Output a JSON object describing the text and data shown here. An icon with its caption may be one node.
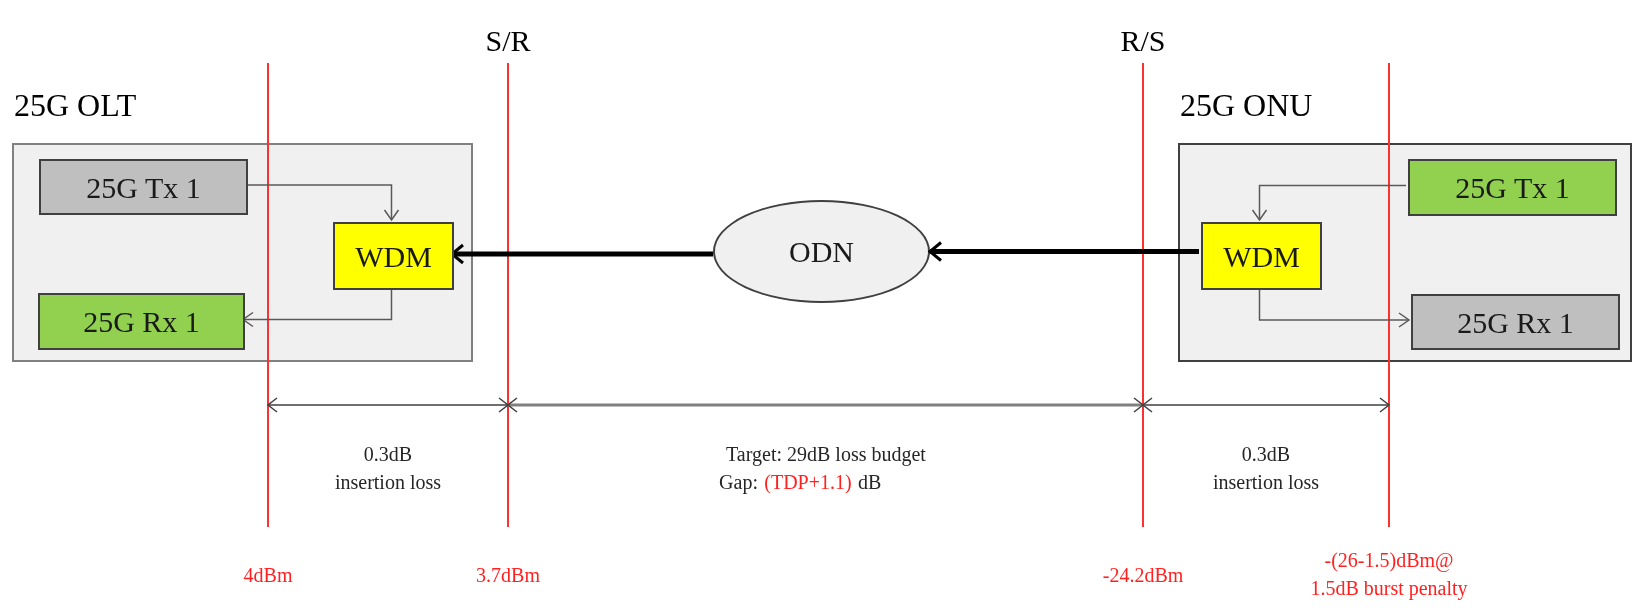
{
  "diagram": {
    "nodes": [
      {
        "text": [
          "25G OLT"
        ]
      },
      {
        "text": [
          "25G Tx 1"
        ],
        "in": 0
      },
      {
        "text": [
          "WDM"
        ],
        "in": 0
      },
      {
        "text": [
          "25G Rx 1"
        ],
        "in": 0
      },
      {
        "text": [
          "ODN"
        ]
      },
      {
        "text": [
          "25G ONU"
        ]
      },
      {
        "text": [
          "WDM"
        ],
        "in": 5
      },
      {
        "text": [
          "25G Tx 1"
        ],
        "in": 5
      },
      {
        "text": [
          "25G Rx 1"
        ],
        "in": 5
      }
    ],
    "edges": [
      {
        "from": 1,
        "to": 2,
        "arrow": "to"
      },
      {
        "from": 2,
        "to": 3,
        "arrow": "to"
      },
      {
        "from": 4,
        "to": 2,
        "arrow": "to",
        "style": "thick",
        "color": "#000000"
      },
      {
        "from": 6,
        "to": 4,
        "arrow": "to",
        "style": "thick",
        "color": "#000000"
      },
      {
        "from": 7,
        "to": 6,
        "arrow": "to"
      },
      {
        "from": 6,
        "to": 8,
        "arrow": "to"
      }
    ],
    "labels": [
      "S/R",
      "R/S",
      "0.3dB insertion loss",
      "Target: 29dB loss budget",
      "Gap:",
      "(TDP+1.1)",
      "dB",
      "0.3dB insertion loss",
      "4dBm",
      "3.7dBm",
      "-24.2dBm",
      "-(26-1.5)dBm@ 1.5dB burst penalty"
    ]
  }
}
